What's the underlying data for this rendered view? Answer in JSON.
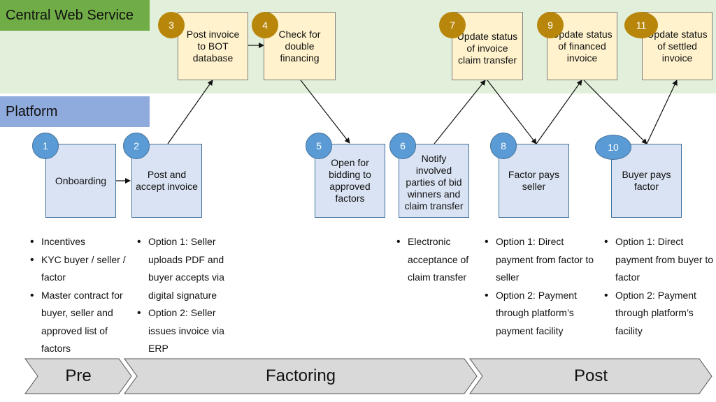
{
  "lanes": {
    "central_web_service": "Central Web Service",
    "platform": "Platform"
  },
  "steps": [
    {
      "num": "1",
      "label": "Onboarding"
    },
    {
      "num": "2",
      "label": "Post and accept invoice"
    },
    {
      "num": "3",
      "label": "Post invoice to BOT database"
    },
    {
      "num": "4",
      "label": "Check for double financing"
    },
    {
      "num": "5",
      "label": "Open for bidding to approved factors"
    },
    {
      "num": "6",
      "label": "Notify involved parties of bid winners and claim transfer"
    },
    {
      "num": "7",
      "label": "Update status of invoice claim transfer"
    },
    {
      "num": "8",
      "label": "Factor pays seller"
    },
    {
      "num": "9",
      "label": "Update status of financed invoice"
    },
    {
      "num": "10",
      "label": "Buyer pays factor"
    },
    {
      "num": "11",
      "label": "Update status of settled invoice"
    }
  ],
  "notes": {
    "pre": [
      "Incentives",
      "KYC buyer / seller / factor",
      "Master contract for buyer, seller and approved list of factors"
    ],
    "factoring": [
      "Option 1: Seller uploads PDF and buyer accepts via digital signature",
      "Option 2: Seller issues invoice via ERP"
    ],
    "notify": [
      "Electronic acceptance of claim transfer"
    ],
    "factor_pays": [
      "Option 1: Direct payment from factor to seller",
      "Option 2: Payment through platform’s payment facility"
    ],
    "buyer_pays": [
      "Option 1: Direct payment from buyer to factor",
      "Option 2: Payment through platform’s facility"
    ]
  },
  "phases": {
    "pre": "Pre",
    "factoring": "Factoring",
    "post": "Post"
  },
  "colors": {
    "cws_lane": "#70ad47",
    "platform_lane": "#8faadc",
    "cws_box": "#fff2cc",
    "platform_box": "#dae3f3",
    "gold_badge": "#b8860b",
    "blue_badge": "#5b9bd5",
    "chevron": "#d9d9d9"
  }
}
